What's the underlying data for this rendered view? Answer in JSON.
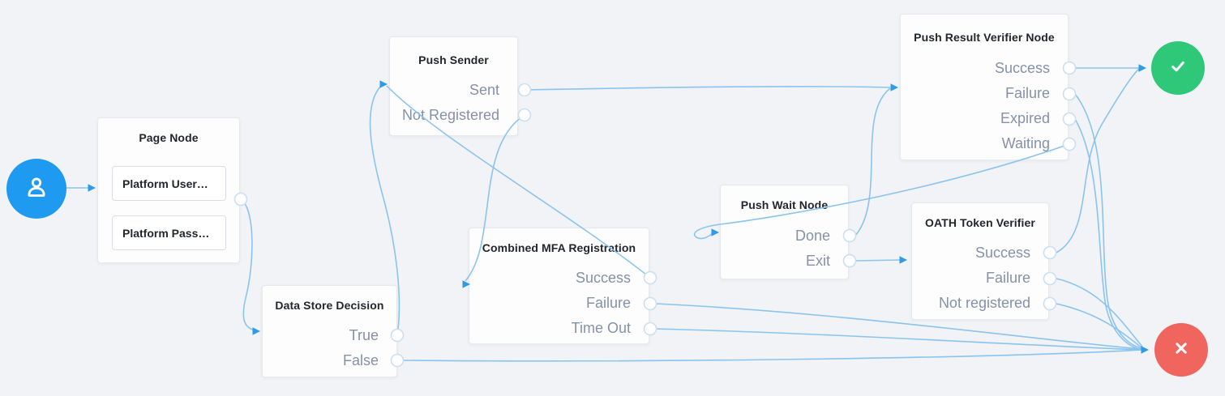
{
  "canvas": {
    "background": "#f1f3f6",
    "edge_color": "#8ac4ee",
    "arrow_color": "#2f9ae6"
  },
  "start_node": {
    "icon": "user-icon",
    "color": "#1e9bf0"
  },
  "terminal_nodes": {
    "success": {
      "icon": "check-icon",
      "color": "#2ec878"
    },
    "failure": {
      "icon": "x-icon",
      "color": "#f1655f"
    }
  },
  "nodes": [
    {
      "id": "page-node",
      "title": "Page Node",
      "items": [
        "Platform User…",
        "Platform Pass…"
      ],
      "outcomes": []
    },
    {
      "id": "push-sender",
      "title": "Push Sender",
      "items": [],
      "outcomes": [
        "Sent",
        "Not Registered"
      ]
    },
    {
      "id": "data-store-decision",
      "title": "Data Store Decision",
      "items": [],
      "outcomes": [
        "True",
        "False"
      ]
    },
    {
      "id": "combined-mfa-registration",
      "title": "Combined MFA Registration",
      "items": [],
      "outcomes": [
        "Success",
        "Failure",
        "Time Out"
      ]
    },
    {
      "id": "push-wait-node",
      "title": "Push Wait Node",
      "items": [],
      "outcomes": [
        "Done",
        "Exit"
      ]
    },
    {
      "id": "push-result-verifier-node",
      "title": "Push Result Verifier Node",
      "items": [],
      "outcomes": [
        "Success",
        "Failure",
        "Expired",
        "Waiting"
      ]
    },
    {
      "id": "oath-token-verifier",
      "title": "OATH Token Verifier",
      "items": [],
      "outcomes": [
        "Success",
        "Failure",
        "Not registered"
      ]
    }
  ],
  "edges": [
    {
      "from": "start",
      "to": "Page Node"
    },
    {
      "from": "Page Node",
      "to": "Data Store Decision"
    },
    {
      "from": "Data Store Decision:True",
      "to": "Push Sender"
    },
    {
      "from": "Data Store Decision:False",
      "to": "failure"
    },
    {
      "from": "Push Sender:Sent",
      "to": "Push Result Verifier Node"
    },
    {
      "from": "Push Sender:Not Registered",
      "to": "Combined MFA Registration"
    },
    {
      "from": "Combined MFA Registration:Success",
      "to": "Push Sender"
    },
    {
      "from": "Combined MFA Registration:Failure",
      "to": "failure"
    },
    {
      "from": "Combined MFA Registration:Time Out",
      "to": "failure"
    },
    {
      "from": "Push Wait Node:Done",
      "to": "Push Result Verifier Node"
    },
    {
      "from": "Push Wait Node:Exit",
      "to": "OATH Token Verifier"
    },
    {
      "from": "Push Result Verifier Node:Success",
      "to": "success"
    },
    {
      "from": "Push Result Verifier Node:Failure",
      "to": "failure"
    },
    {
      "from": "Push Result Verifier Node:Expired",
      "to": "failure"
    },
    {
      "from": "Push Result Verifier Node:Waiting",
      "to": "Push Wait Node"
    },
    {
      "from": "OATH Token Verifier:Success",
      "to": "success"
    },
    {
      "from": "OATH Token Verifier:Failure",
      "to": "failure"
    },
    {
      "from": "OATH Token Verifier:Not registered",
      "to": "failure"
    }
  ]
}
